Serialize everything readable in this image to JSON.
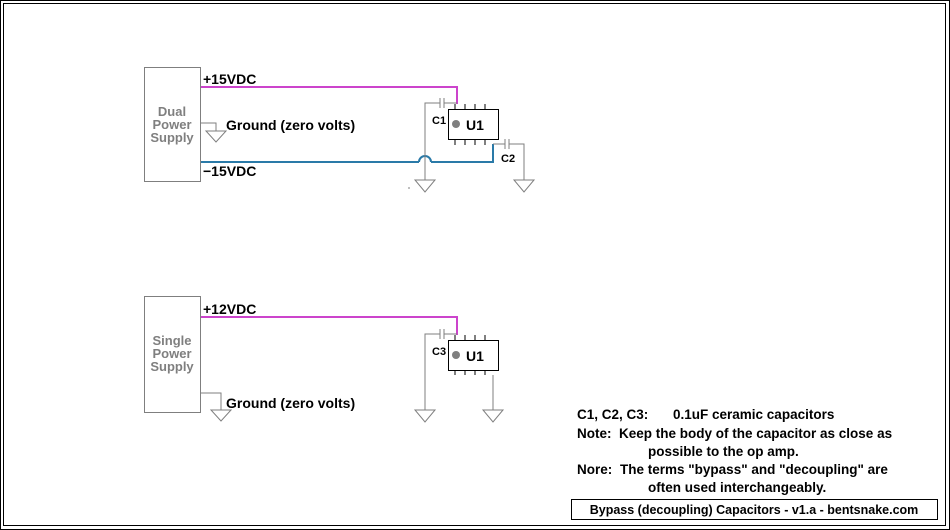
{
  "dual": {
    "psu_lines": [
      "Dual",
      "Power",
      "Supply"
    ],
    "pos_rail": "+15VDC",
    "neg_rail": "−15VDC",
    "ground": "Ground (zero volts)",
    "cap1": "C1",
    "cap2": "C2",
    "chip": "U1"
  },
  "single": {
    "psu_lines": [
      "Single",
      "Power",
      "Supply"
    ],
    "pos_rail": "+12VDC",
    "ground": "Ground (zero volts)",
    "cap3": "C3",
    "chip": "U1"
  },
  "notes": {
    "caps_label": "C1, C2, C3:",
    "caps_value": "0.1uF ceramic capacitors",
    "note1_prefix": "Note:",
    "note1_line1": "Keep the body of the capacitor as close as",
    "note1_line2": "possible to the op amp.",
    "note2_prefix": "Nore:",
    "note2_line1": "The terms \"bypass\" and \"decoupling\" are",
    "note2_line2": "often used interchangeably."
  },
  "title_block": "Bypass (decoupling) Capacitors - v1.a - bentsnake.com",
  "colors": {
    "positive_rail": "#cc44cc",
    "negative_rail": "#2a7aa8",
    "wire": "#7f7f7f",
    "chip_pin_dot": "#7f7f7f"
  }
}
